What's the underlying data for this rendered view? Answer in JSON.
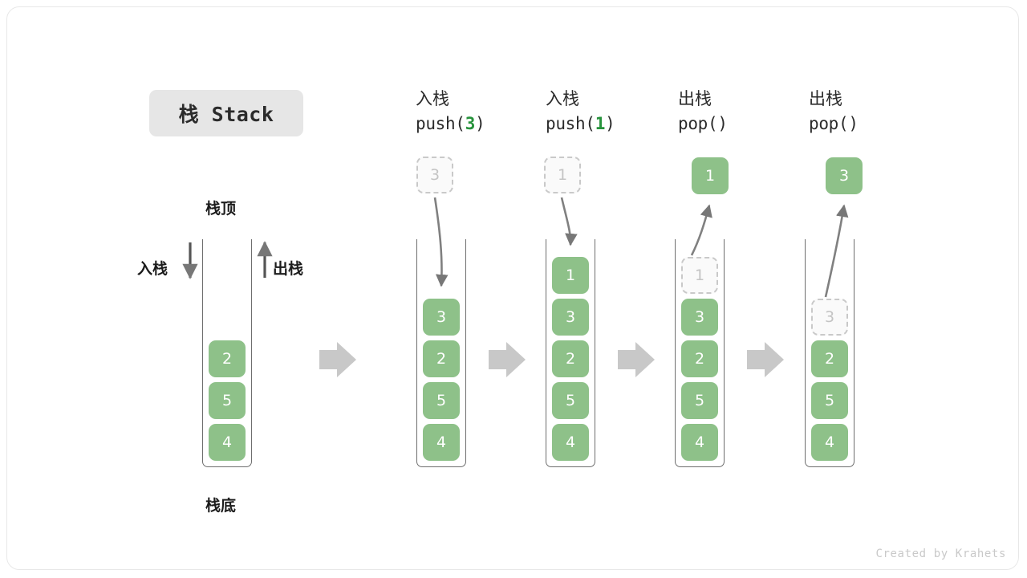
{
  "title_badge": {
    "text": "栈 Stack"
  },
  "watermark": {
    "text": "Created by Krahets"
  },
  "labels": {
    "top": "栈顶",
    "bottom": "栈底",
    "push_side": "入栈",
    "pop_side": "出栈"
  },
  "colors": {
    "cell_green": "#8ec189",
    "code_accent": "#27933c",
    "ghost_border": "#c9c9c9",
    "container_border": "#6e6e6e",
    "flow_arrow": "#c8c8c8",
    "badge_bg": "#e6e6e6"
  },
  "columns": [
    {
      "id": "initial",
      "header_cn": "",
      "header_code": "",
      "header_arg": "",
      "cells": [
        "2",
        "5",
        "4"
      ],
      "floating": null,
      "ghost_in_stack": null
    },
    {
      "id": "push-3",
      "header_cn": "入栈",
      "header_code_prefix": "push(",
      "header_arg": "3",
      "header_code_suffix": ")",
      "cells": [
        "3",
        "2",
        "5",
        "4"
      ],
      "floating": {
        "value": "3",
        "style": "ghost"
      },
      "ghost_in_stack": null
    },
    {
      "id": "push-1",
      "header_cn": "入栈",
      "header_code_prefix": "push(",
      "header_arg": "1",
      "header_code_suffix": ")",
      "cells": [
        "1",
        "3",
        "2",
        "5",
        "4"
      ],
      "floating": {
        "value": "1",
        "style": "ghost"
      },
      "ghost_in_stack": null
    },
    {
      "id": "pop-1",
      "header_cn": "出栈",
      "header_code_prefix": "pop(",
      "header_arg": "",
      "header_code_suffix": ")",
      "cells": [
        "3",
        "2",
        "5",
        "4"
      ],
      "floating": {
        "value": "1",
        "style": "solid"
      },
      "ghost_in_stack": {
        "value": "1"
      }
    },
    {
      "id": "pop-3",
      "header_cn": "出栈",
      "header_code_prefix": "pop(",
      "header_arg": "",
      "header_code_suffix": ")",
      "cells": [
        "2",
        "5",
        "4"
      ],
      "floating": {
        "value": "3",
        "style": "solid"
      },
      "ghost_in_stack": {
        "value": "3"
      }
    }
  ],
  "flow_arrows": 4
}
